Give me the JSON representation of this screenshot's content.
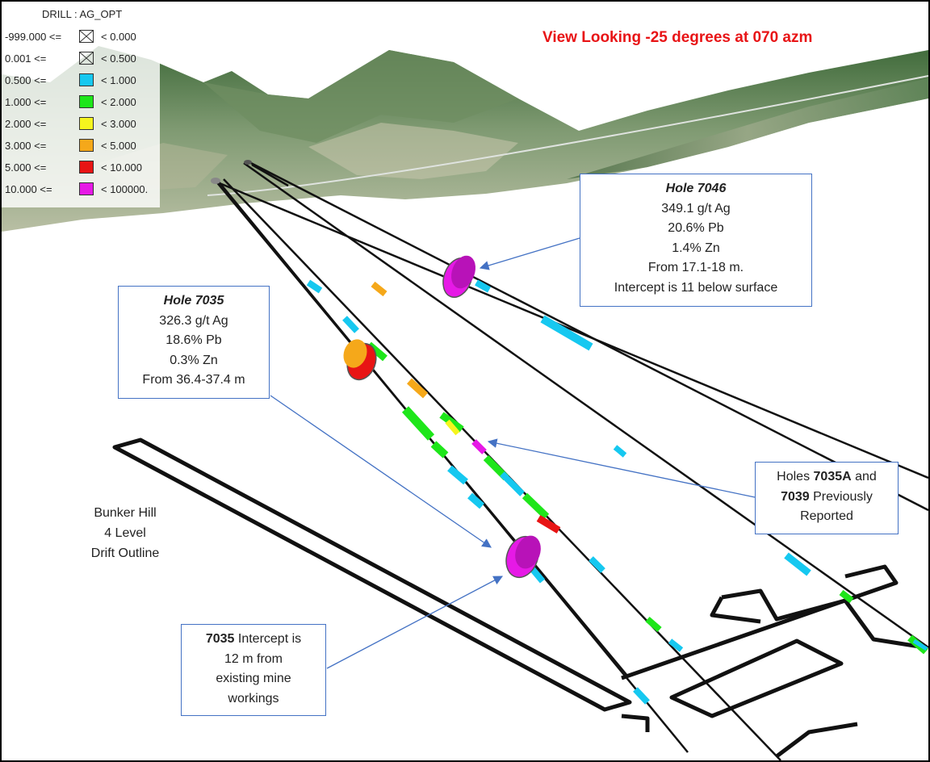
{
  "legend": {
    "title": "DRILL : AG_OPT",
    "rows": [
      {
        "lo": "-999.000 <=",
        "hi": "< 0.000",
        "color": "none"
      },
      {
        "lo": "0.001 <=",
        "hi": "< 0.500",
        "color": "none"
      },
      {
        "lo": "0.500 <=",
        "hi": "< 1.000",
        "color": "#16c8f0"
      },
      {
        "lo": "1.000 <=",
        "hi": "< 2.000",
        "color": "#1ee61a"
      },
      {
        "lo": "2.000 <=",
        "hi": "< 3.000",
        "color": "#f5f51e"
      },
      {
        "lo": "3.000 <=",
        "hi": "< 5.000",
        "color": "#f5a81a"
      },
      {
        "lo": "5.000 <=",
        "hi": "< 10.000",
        "color": "#e81414"
      },
      {
        "lo": "10.000 <=",
        "hi": "< 100000.",
        "color": "#e619e6"
      }
    ]
  },
  "view_title": "View Looking -25 degrees at 070 azm",
  "hole_7046": {
    "title": "Hole 7046",
    "lines": [
      "349.1 g/t Ag",
      "20.6% Pb",
      "1.4% Zn",
      "From 17.1-18 m.",
      "Intercept is 11 below surface"
    ]
  },
  "hole_7035": {
    "title": "Hole 7035",
    "lines": [
      "326.3 g/t Ag",
      "18.6% Pb",
      "0.3% Zn",
      "From 36.4-37.4 m"
    ]
  },
  "holes_prev": {
    "l1a": "Holes ",
    "l1b": "7035A",
    "l1c": " and",
    "l2a": "7039",
    "l2b": " Previously",
    "l3": "Reported"
  },
  "intercept_note": {
    "l1a": "7035",
    "l1b": " Intercept is",
    "l2": "12 m from",
    "l3": "existing mine",
    "l4": "workings"
  },
  "drift_label": [
    "Bunker Hill",
    "4 Level",
    "Drift Outline"
  ],
  "colors": {
    "view_title": "#e81416",
    "callout_border": "#4472c4",
    "arrow": "#4472c4",
    "high_grade": "#e619e6"
  }
}
